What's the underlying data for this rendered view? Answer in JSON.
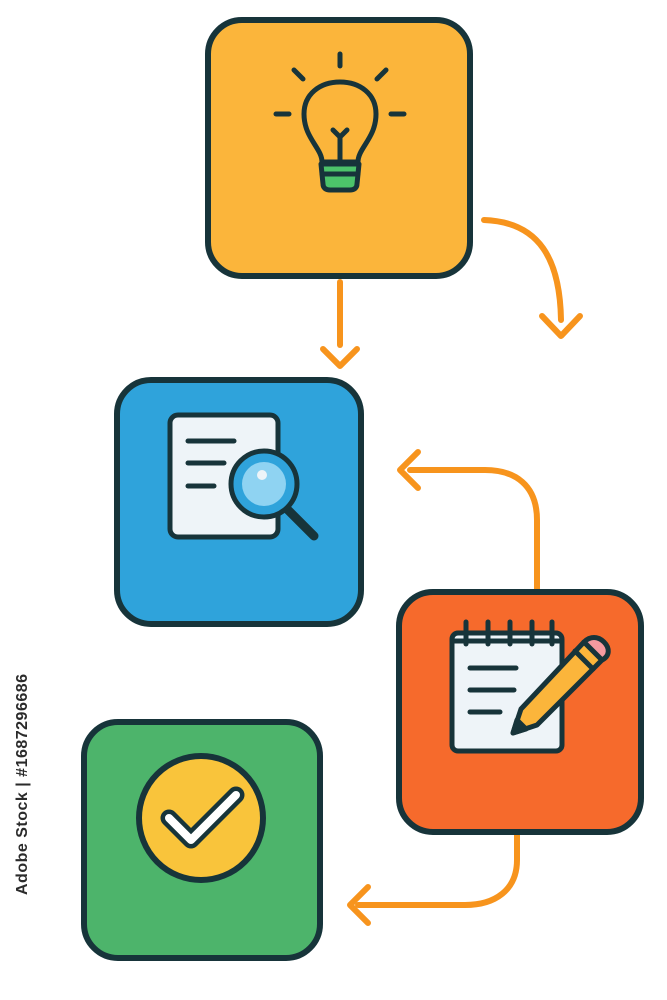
{
  "colors": {
    "idea": "#FBB53B",
    "research": "#2FA3DB",
    "draft": "#F66A2C",
    "done": "#4DB46B",
    "outline": "#17343A",
    "arrow": "#F7941D",
    "paper": "#EEF4F8",
    "bulb_base": "#4CC46A",
    "check_circle": "#F9C43B"
  },
  "nodes": [
    {
      "id": "idea",
      "icon": "lightbulb-icon"
    },
    {
      "id": "research",
      "icon": "document-search-icon"
    },
    {
      "id": "draft",
      "icon": "notepad-pencil-icon"
    },
    {
      "id": "done",
      "icon": "checkmark-circle-icon"
    }
  ],
  "edges": [
    {
      "from": "idea",
      "to": "research"
    },
    {
      "from": "idea",
      "to": "draft"
    },
    {
      "from": "draft",
      "to": "research"
    },
    {
      "from": "draft",
      "to": "done"
    }
  ],
  "watermark": {
    "brand": "Adobe Stock",
    "separator": " | ",
    "id": "#1687296686"
  }
}
